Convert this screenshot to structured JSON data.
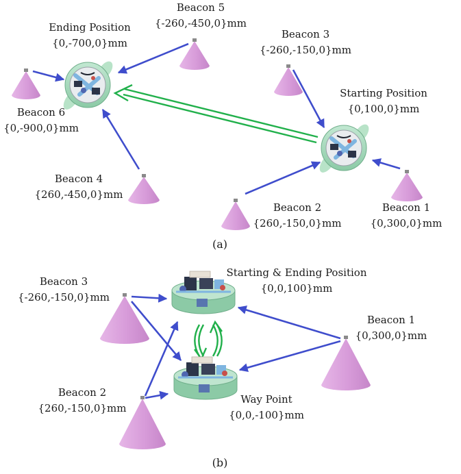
{
  "colors": {
    "beacon": "#dba3dd",
    "beacon_shadow": "#c27fc6",
    "arrow_blue": "#3f4dcc",
    "arrow_green": "#21b04b",
    "robot_shell": "#a9dcc0",
    "robot_frame": "#7fb5e0",
    "robot_dark": "#2c3448"
  },
  "panel_a": {
    "caption": "(a)",
    "start": {
      "title": "Starting Position",
      "coords": "{0,100,0}mm"
    },
    "end": {
      "title": "Ending Position",
      "coords": "{0,-700,0}mm"
    },
    "beacons": [
      {
        "name": "Beacon 1",
        "coords": "{0,300,0}mm"
      },
      {
        "name": "Beacon 2",
        "coords": "{260,-150,0}mm"
      },
      {
        "name": "Beacon 3",
        "coords": "{-260,-150,0}mm"
      },
      {
        "name": "Beacon 4",
        "coords": "{260,-450,0}mm"
      },
      {
        "name": "Beacon 5",
        "coords": "{-260,-450,0}mm"
      },
      {
        "name": "Beacon 6",
        "coords": "{0,-900,0}mm"
      }
    ]
  },
  "panel_b": {
    "caption": "(b)",
    "start": {
      "title": "Starting & Ending Position",
      "coords": "{0,0,100}mm"
    },
    "waypoint": {
      "title": "Way Point",
      "coords": "{0,0,-100}mm"
    },
    "beacons": [
      {
        "name": "Beacon 1",
        "coords": "{0,300,0}mm"
      },
      {
        "name": "Beacon 2",
        "coords": "{260,-150,0}mm"
      },
      {
        "name": "Beacon 3",
        "coords": "{-260,-150,0}mm"
      }
    ]
  }
}
